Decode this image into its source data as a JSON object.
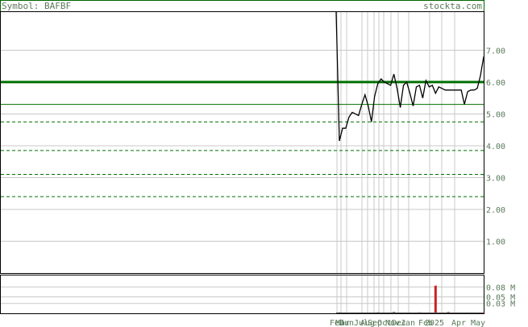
{
  "header": {
    "symbol_label": "Symbol: BAFBF",
    "site": "stockta.com"
  },
  "colors": {
    "frame": "#000000",
    "header_frame": "#006400",
    "grid": "#c8c8c8",
    "price_line": "#000000",
    "resistance": "#007000",
    "support": "#007000",
    "text": "#5a7a5a",
    "vol_up": "#207020",
    "vol_down": "#cc2222"
  },
  "chart_data": [
    {
      "type": "line",
      "title": "",
      "y_axis_side": "right",
      "ylim": [
        0,
        8.2
      ],
      "y_ticks": [
        "1.00",
        "2.00",
        "3.00",
        "4.00",
        "5.00",
        "6.00",
        "7.00"
      ],
      "x_ticks": [
        "Feb",
        "Mar",
        "Jun",
        "Jul",
        "Aug",
        "Sep",
        "Oct",
        "Nov",
        "Dec",
        "Jan",
        "Feb",
        "2025",
        "Apr",
        "May"
      ],
      "grid": true,
      "series": [
        {
          "values": [
            8.2,
            4.15,
            4.55,
            4.55,
            4.9,
            5.05,
            5.0,
            4.95,
            5.3,
            5.6,
            5.25,
            4.75,
            5.55,
            5.95,
            6.1,
            6.0,
            5.95,
            5.9,
            6.25,
            5.8,
            5.2,
            5.9,
            6.0,
            5.65,
            5.25,
            5.85,
            5.9,
            5.5,
            6.05,
            5.85,
            5.9,
            5.65,
            5.85,
            5.8,
            5.75,
            5.75,
            5.75,
            5.75,
            5.75,
            5.75,
            5.3,
            5.7,
            5.75,
            5.75,
            5.8,
            6.2,
            6.8
          ]
        }
      ],
      "horizontal_lines": [
        {
          "kind": "resistance",
          "value": 6.0,
          "style": "solid-thick"
        },
        {
          "kind": "support",
          "value": 5.3,
          "style": "solid"
        },
        {
          "kind": "support",
          "value": 4.75,
          "style": "dashed"
        },
        {
          "kind": "support",
          "value": 3.85,
          "style": "dashed"
        },
        {
          "kind": "support",
          "value": 3.1,
          "style": "dashed"
        },
        {
          "kind": "support",
          "value": 2.4,
          "style": "dashed"
        }
      ]
    },
    {
      "type": "bar",
      "title": "",
      "ylim": [
        0,
        0.115
      ],
      "y_ticks": [
        "0.08 M",
        "0.05 M",
        "0.03 M"
      ],
      "y_tick_values": [
        0.08,
        0.05,
        0.03
      ],
      "x_ticks": [
        "Feb",
        "Mar",
        "Jun",
        "Jul",
        "Aug",
        "Sep",
        "Oct",
        "Nov",
        "Dec",
        "Jan",
        "Feb",
        "2025",
        "Apr",
        "May"
      ],
      "series": [
        {
          "values": [
            0.0,
            0.003,
            0.001,
            0.0,
            0.0,
            0.001,
            0.0,
            0.0,
            0.001,
            0.0,
            0.0,
            0.0,
            0.0,
            0.003,
            0.0,
            0.001,
            0.001,
            0.0,
            0.004,
            0.002,
            0.0,
            0.001,
            0.002,
            0.0,
            0.001,
            0.0,
            0.003,
            0.0,
            0.001,
            0.0,
            0.001,
            0.084,
            0.0,
            0.0,
            0.001,
            0.004,
            0.001,
            0.0,
            0.001,
            0.0,
            0.001,
            0.0,
            0.0,
            0.001,
            0.0,
            0.001,
            0.001
          ],
          "direction": [
            "d",
            "u",
            "d",
            "d",
            "d",
            "d",
            "d",
            "d",
            "d",
            "d",
            "d",
            "d",
            "d",
            "d",
            "d",
            "d",
            "d",
            "d",
            "u",
            "d",
            "d",
            "d",
            "d",
            "d",
            "d",
            "d",
            "d",
            "d",
            "d",
            "d",
            "d",
            "d",
            "d",
            "d",
            "d",
            "d",
            "d",
            "d",
            "d",
            "d",
            "d",
            "d",
            "d",
            "d",
            "d",
            "d",
            "d"
          ]
        }
      ]
    }
  ]
}
